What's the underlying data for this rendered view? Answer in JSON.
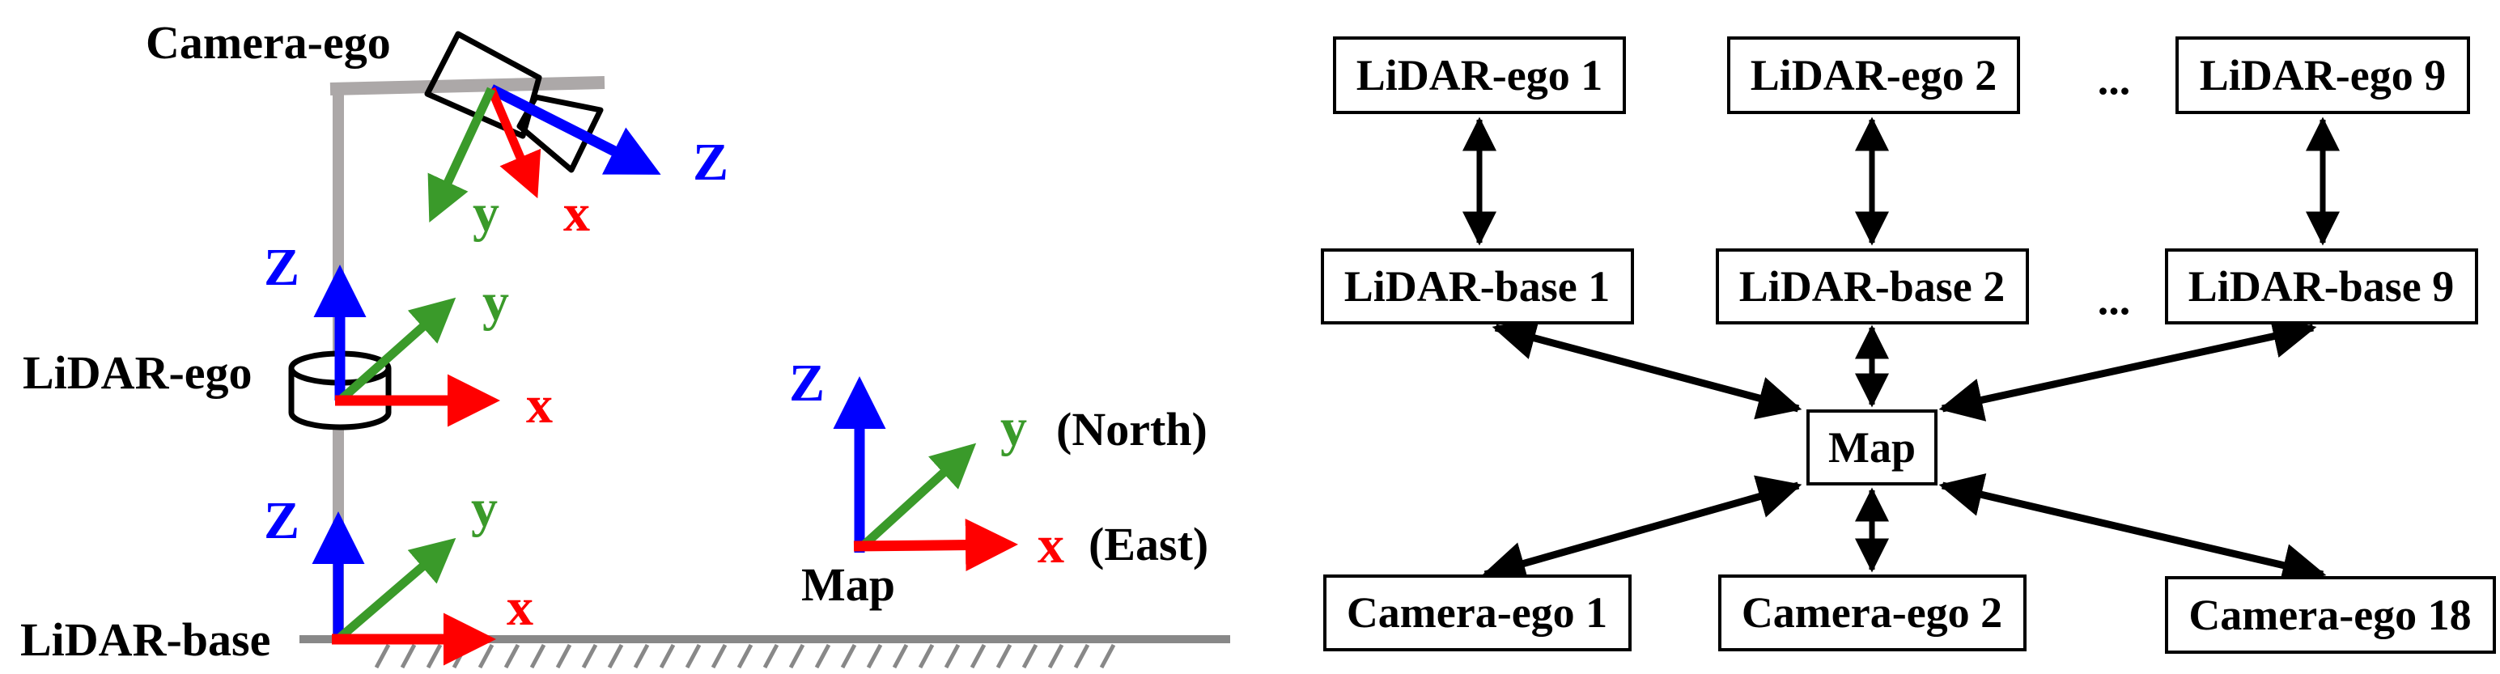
{
  "colors": {
    "x_axis": "#ff0000",
    "y_axis": "#3a9a2a",
    "z_axis": "#0000ff",
    "pole": "#aca8a8",
    "ground": "#888888"
  },
  "left_panel": {
    "camera_ego": {
      "label": "Camera-ego",
      "x": "x",
      "y": "y",
      "z": "Z"
    },
    "lidar_ego": {
      "label": "LiDAR-ego",
      "x": "x",
      "y": "y",
      "z": "Z"
    },
    "lidar_base": {
      "label": "LiDAR-base",
      "x": "x",
      "y": "y",
      "z": "Z"
    },
    "map": {
      "label": "Map",
      "x": "x",
      "x_note": "(East)",
      "y": "y",
      "y_note": "(North)",
      "z": "Z"
    }
  },
  "right_panel": {
    "lidar_ego_row": [
      "LiDAR-ego 1",
      "LiDAR-ego 2",
      "LiDAR-ego 9"
    ],
    "lidar_base_row": [
      "LiDAR-base 1",
      "LiDAR-base 2",
      "LiDAR-base 9"
    ],
    "map": "Map",
    "camera_row": [
      "Camera-ego 1",
      "Camera-ego 2",
      "Camera-ego 18"
    ],
    "ellipsis": "..."
  }
}
